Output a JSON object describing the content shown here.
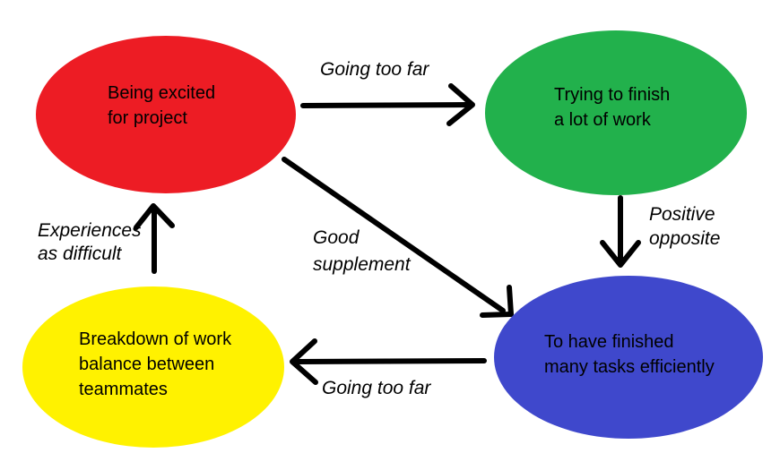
{
  "canvas": {
    "background": "#ffffff",
    "arrow_color": "#000000",
    "text_color": "#000000"
  },
  "nodes": [
    {
      "id": "being-excited",
      "lines": [
        "Being excited",
        "for project"
      ],
      "fill": "#ed1c24"
    },
    {
      "id": "trying-to-finish",
      "lines": [
        "Trying to finish",
        "a lot of work"
      ],
      "fill": "#22b14c"
    },
    {
      "id": "finished-many-tasks",
      "lines": [
        "To have finished",
        "many tasks efficiently"
      ],
      "fill": "#3f48cc"
    },
    {
      "id": "work-balance-breakdown",
      "lines": [
        "Breakdown of work",
        "balance between",
        "teammates"
      ],
      "fill": "#fff200"
    }
  ],
  "edge_labels": [
    {
      "id": "going-too-far-top",
      "lines": [
        "Going too far"
      ]
    },
    {
      "id": "positive-opposite",
      "lines": [
        "Positive",
        "opposite"
      ]
    },
    {
      "id": "good-supplement",
      "lines": [
        "Good",
        "supplement"
      ]
    },
    {
      "id": "going-too-far-bottom",
      "lines": [
        "Going too far"
      ]
    },
    {
      "id": "experiences-as-difficult",
      "lines": [
        "Experiences",
        "as difficult"
      ]
    }
  ]
}
